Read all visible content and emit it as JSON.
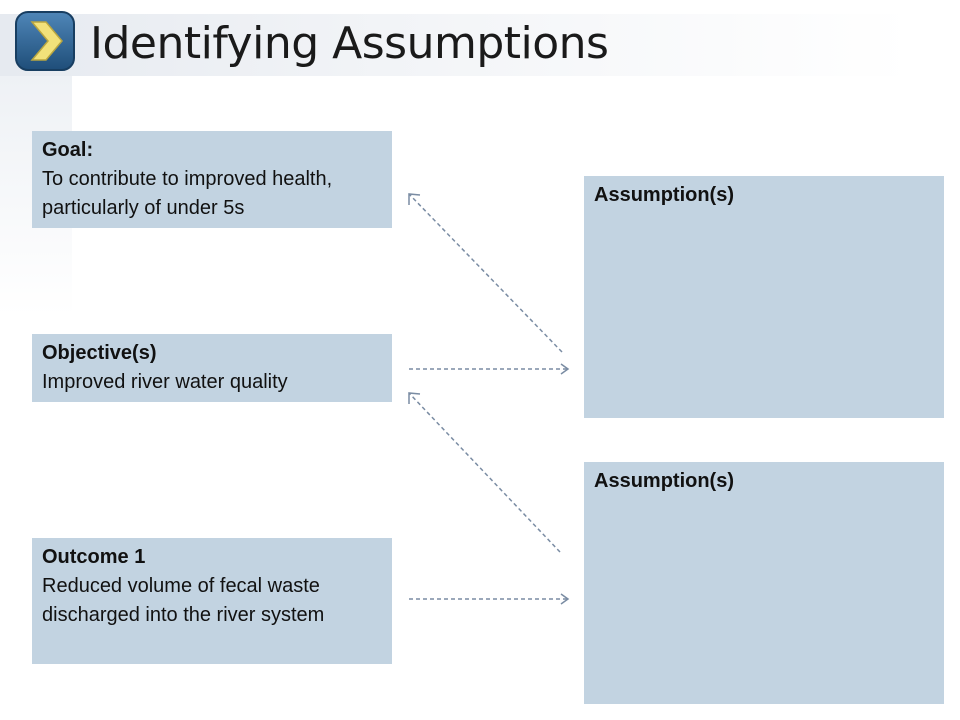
{
  "title": "Identifying Assumptions",
  "icons": {
    "logo": "chevron-right-icon"
  },
  "colors": {
    "box_fill": "#c2d3e1",
    "arrow": "#7a8ca3",
    "logo_dark": "#1f4e79",
    "logo_chevron": "#f2e27a"
  },
  "left_boxes": {
    "goal": {
      "heading": "Goal:",
      "text": "To contribute to improved health, particularly of under 5s"
    },
    "objective": {
      "heading": "Objective(s)",
      "text": "Improved river water quality"
    },
    "outcome": {
      "heading": "Outcome 1",
      "text": "Reduced volume of fecal waste discharged into the river system"
    }
  },
  "right_boxes": {
    "upper": {
      "heading": "Assumption(s)"
    },
    "lower": {
      "heading": "Assumption(s)"
    }
  }
}
